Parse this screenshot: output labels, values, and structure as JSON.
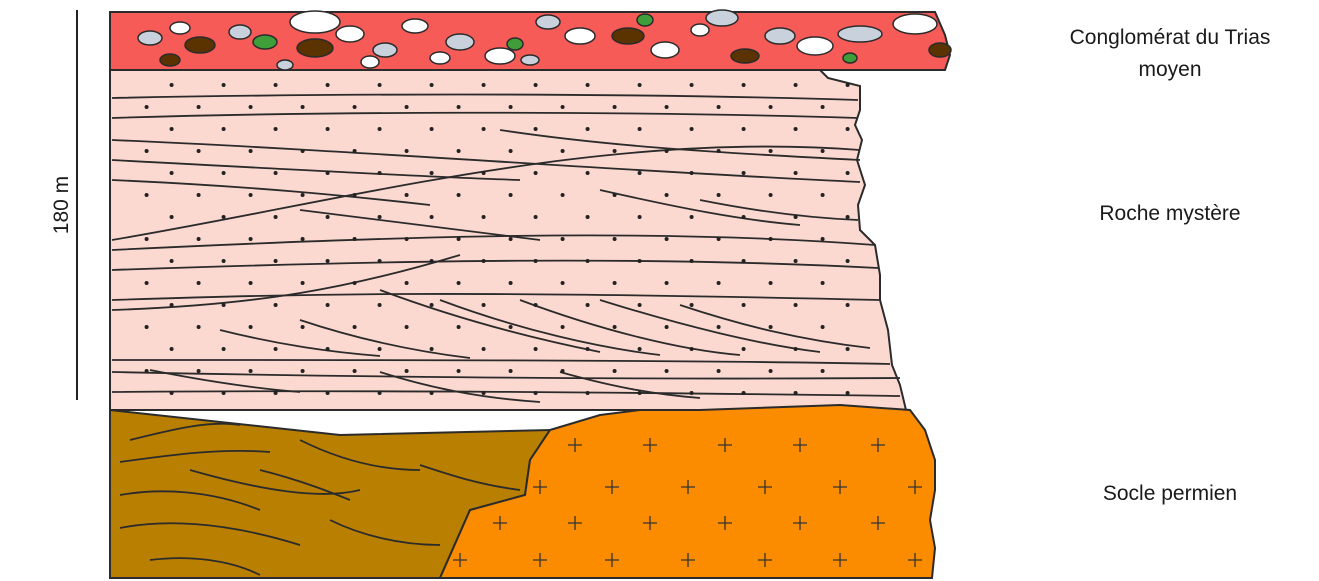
{
  "labels": {
    "conglomerat_line1": "Conglomérat du Trias",
    "conglomerat_line2": "moyen",
    "roche": "Roche mystère",
    "socle": "Socle permien"
  },
  "scale": {
    "label": "180 m"
  },
  "colors": {
    "conglomerate": "#f65b58",
    "sandstone": "#fbd8d0",
    "mudstone": "#b97f00",
    "granite": "#fb8c00",
    "outline": "#2b2b2b"
  }
}
